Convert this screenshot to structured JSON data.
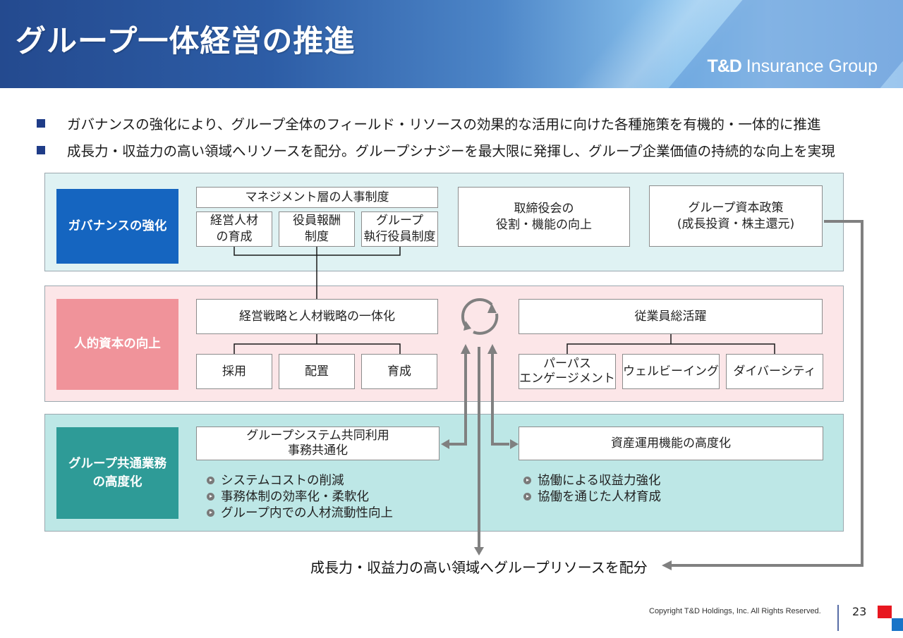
{
  "header": {
    "title": "グループ一体経営の推進",
    "logo_strong": "T&D",
    "logo_rest": " Insurance Group"
  },
  "bullets": [
    "ガバナンスの強化により、グループ全体のフィールド・リソースの効果的な活用に向けた各種施策を有機的・一体的に推進",
    "成長力・収益力の高い領域へリソースを配分。グループシナジーを最大限に発揮し、グループ企業価値の持続的な向上を実現"
  ],
  "governance": {
    "label": "ガバナンスの強化",
    "mgmt_title": "マネジメント層の人事制度",
    "sub": [
      "経営人材\nの育成",
      "役員報酬\n制度",
      "グループ\n執行役員制度"
    ],
    "board": "取締役会の\n役割・機能の向上",
    "capital": "グループ資本政策\n(成長投資・株主還元)"
  },
  "human": {
    "label": "人的資本の向上",
    "strategy": "経営戦略と人材戦略の一体化",
    "sub": [
      "採用",
      "配置",
      "育成"
    ],
    "employees": "従業員総活躍",
    "emp_sub": [
      "パーパス\nエンゲージメント",
      "ウェルビーイング",
      "ダイバーシティ"
    ]
  },
  "common": {
    "label": "グループ共通業務\nの高度化",
    "system": "グループシステム共同利用\n事務共通化",
    "asset": "資産運用機能の高度化",
    "left_items": [
      "システムコストの削減",
      "事務体制の効率化・柔軟化",
      "グループ内での人材流動性向上"
    ],
    "right_items": [
      "協働による収益力強化",
      "協働を通じた人材育成"
    ]
  },
  "bottom_text": "成長力・収益力の高い領域へグループリソースを配分",
  "footer": {
    "copyright": "Copyright T&D Holdings, Inc. All Rights Reserved.",
    "page": "23"
  },
  "colors": {
    "governance_label": "#1565c0",
    "human_label": "#f0939a",
    "common_label": "#2e9b97",
    "governance_bg": "#dff2f3",
    "human_bg": "#fce6e8",
    "common_bg": "#bde7e6",
    "arrow": "#808080"
  }
}
